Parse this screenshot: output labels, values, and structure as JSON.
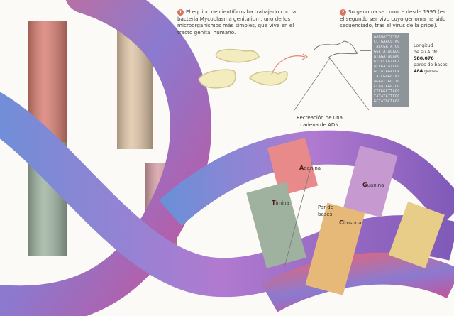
{
  "note1": {
    "number": "1",
    "text": "El equipo de científicos ha trabajado con la bacteria Mycoplasma genitalium, uno de los microorganismos más simples, que vive en el tracto genital humano."
  },
  "note2": {
    "number": "2",
    "text": "Su genoma se conoce desde 1995 (es el segundo ser vivo cuyo genoma ha sido secuenciado, tras el virus de la gripe)."
  },
  "sequence": [
    "AACGATTGTGA",
    "CCTGAACGTAG",
    "TACCGATATCG",
    "GGCTATAGACG",
    "ATAGATACAAG",
    "GTTCCCGTAGT",
    "ACCGATATCGG",
    "GCTATAGACGA",
    "TATCGGGCTAT",
    "AGAATTGGTTC",
    "CCGATAGCTCG",
    "CTCGGCTTAGC",
    "TATATATTCGC",
    "GCTATGCTAGC"
  ],
  "dna_info": {
    "title_line1": "Longitud",
    "title_line2": "de su ADN:",
    "base_pairs": "580.076",
    "base_pairs_label": "pares de bases",
    "genes": "484",
    "genes_label": "genes"
  },
  "labels": {
    "chain_line1": "Recreación de una",
    "chain_line2": "cadena de ADN",
    "pair_line1": "Par de",
    "pair_line2": "bases",
    "adenina_initial": "A",
    "adenina_rest": "denina",
    "timina_initial": "T",
    "timina_rest": "imina",
    "guanina_initial": "G",
    "guanina_rest": "uanina",
    "citosina_initial": "C",
    "citosina_rest": "itosona"
  },
  "colors": {
    "adenine": "#e88a8a",
    "thymine": "#9fb2a0",
    "guanine": "#c69ad0",
    "cytosine": "#e6b979",
    "backbone": "#8a78c8"
  }
}
